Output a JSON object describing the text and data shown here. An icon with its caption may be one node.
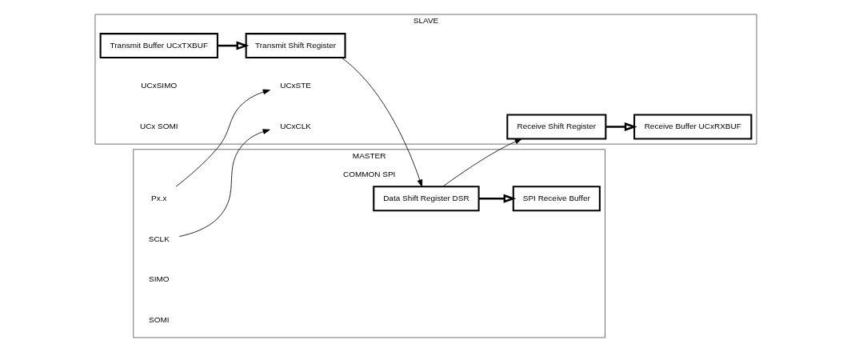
{
  "diagram": {
    "nodes": [
      {
        "text": [
          "MASTER",
          "COMMON SPI"
        ]
      },
      {
        "text": [
          "SPI Receive Buffer"
        ],
        "in": 0
      },
      {
        "text": [
          "Data Shift Register DSR"
        ],
        "in": 0
      },
      {
        "text": [
          "SLAVE"
        ]
      },
      {
        "text": [
          "Transmit Buffer UCxTXBUF"
        ],
        "in": 3
      },
      {
        "text": [
          "Transmit Shift Register"
        ],
        "in": 3
      },
      {
        "text": [
          "Receive Buffer UCxRXBUF"
        ],
        "in": 3
      },
      {
        "text": [
          "Receive Shift Register"
        ],
        "in": 3
      },
      {
        "text": [
          "Px.x"
        ],
        "in": 0
      },
      {
        "text": [
          "UCxSTE"
        ],
        "in": 3
      },
      {
        "text": [
          "SCLK"
        ],
        "in": 0
      },
      {
        "text": [
          "UCxCLK"
        ],
        "in": 3
      }
    ],
    "edges": [
      {
        "from": 2,
        "to": 1,
        "arrow": "to",
        "style": "thick"
      },
      {
        "from": 4,
        "to": 5,
        "arrow": "to",
        "style": "thick"
      },
      {
        "from": 7,
        "to": 6,
        "arrow": "to",
        "style": "thick"
      },
      {
        "from": 2,
        "to": 7,
        "arrow": "to"
      },
      {
        "from": 5,
        "to": 2,
        "arrow": "to"
      },
      {
        "from": 8,
        "to": 9,
        "arrow": "to"
      },
      {
        "from": 10,
        "to": 11,
        "arrow": "to"
      }
    ],
    "labels": [
      "SIMO",
      "UCxSIMO",
      "SOMI",
      "UCx SOMI"
    ]
  }
}
